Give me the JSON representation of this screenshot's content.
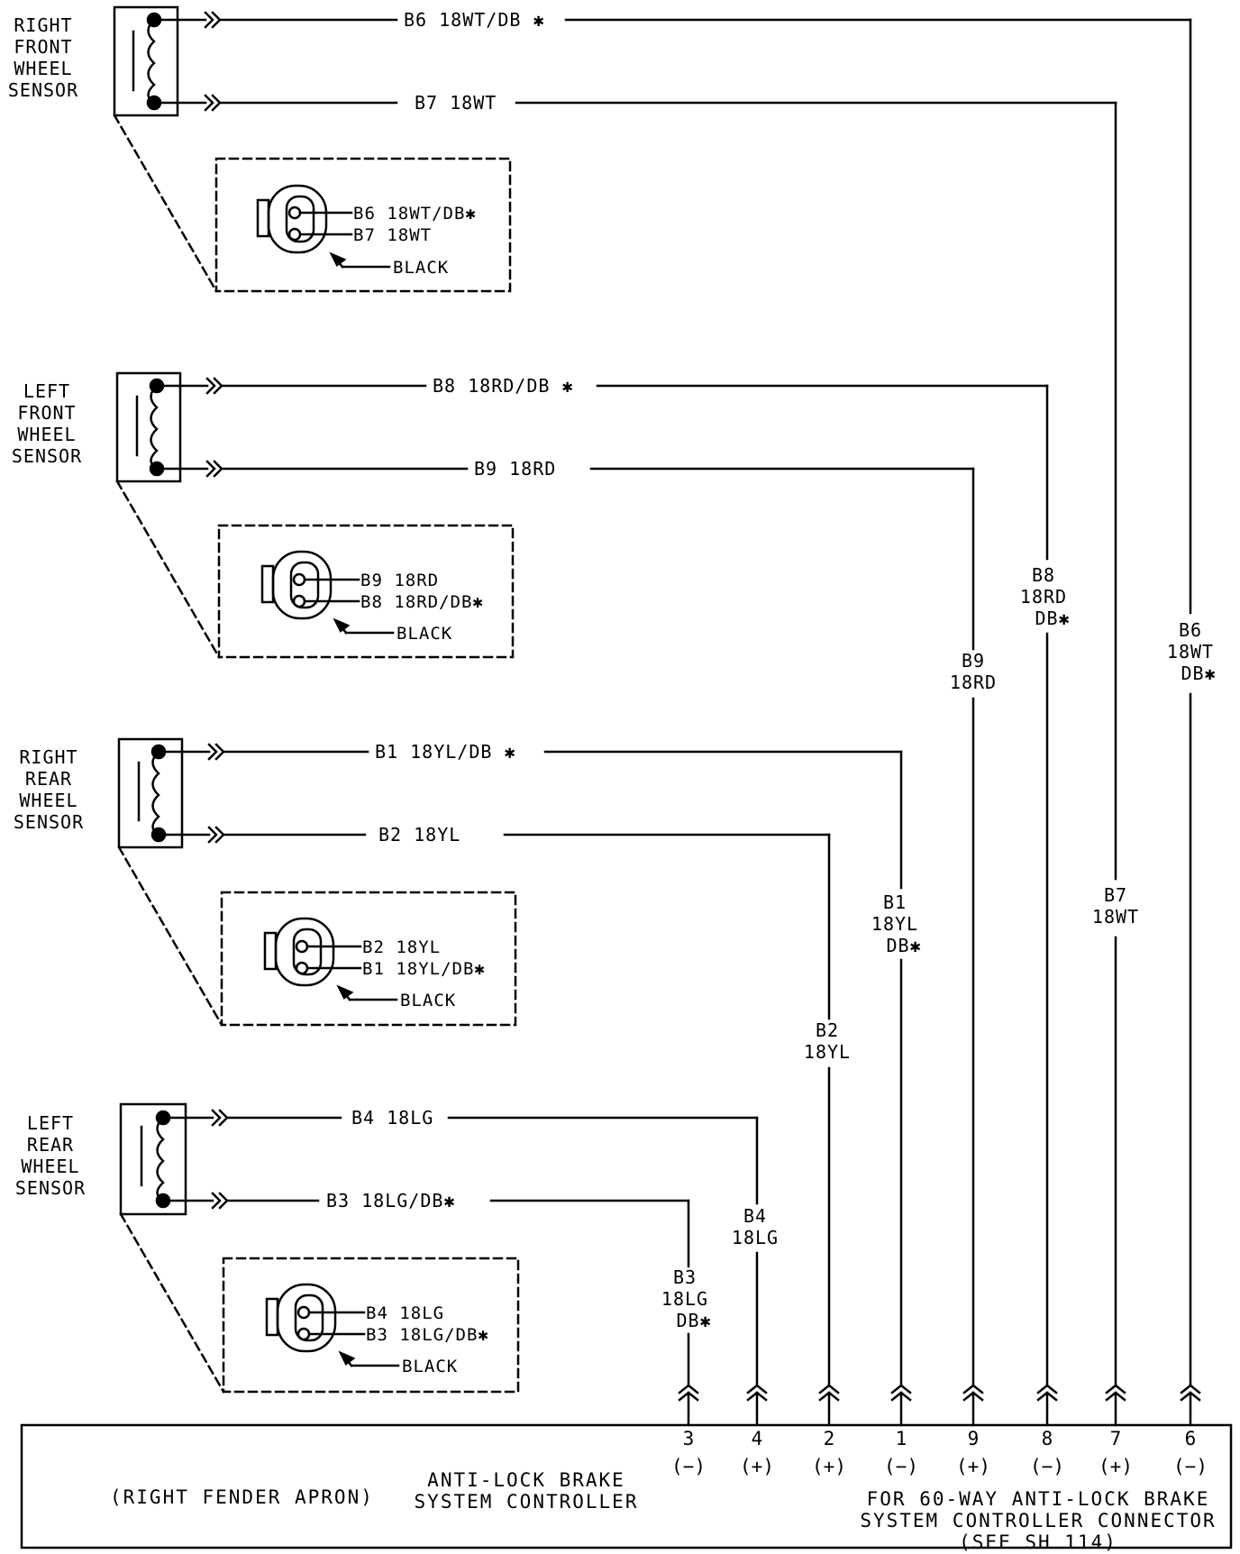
{
  "sensors": [
    {
      "name_lines": [
        "RIGHT",
        "FRONT",
        "WHEEL",
        "SENSOR"
      ],
      "wires": [
        "B6 18WT/DB ✱",
        "B7 18WT"
      ],
      "connector_labels": [
        "B6 18WT/DB✱",
        "B7 18WT",
        "BLACK"
      ],
      "drop_labels": [
        [
          "B6",
          "18WT",
          "DB✱"
        ],
        [
          "B7",
          "18WT"
        ]
      ]
    },
    {
      "name_lines": [
        "LEFT",
        "FRONT",
        "WHEEL",
        "SENSOR"
      ],
      "wires": [
        "B8 18RD/DB ✱",
        "B9 18RD"
      ],
      "connector_labels": [
        "B9 18RD",
        "B8 18RD/DB✱",
        "BLACK"
      ],
      "drop_labels": [
        [
          "B8",
          "18RD",
          "DB✱"
        ],
        [
          "B9",
          "18RD"
        ]
      ]
    },
    {
      "name_lines": [
        "RIGHT",
        "REAR",
        "WHEEL",
        "SENSOR"
      ],
      "wires": [
        "B1 18YL/DB ✱",
        "B2 18YL"
      ],
      "connector_labels": [
        "B2 18YL",
        "B1 18YL/DB✱",
        "BLACK"
      ],
      "drop_labels": [
        [
          "B1",
          "18YL",
          "DB✱"
        ],
        [
          "B2",
          "18YL"
        ]
      ]
    },
    {
      "name_lines": [
        "LEFT",
        "REAR",
        "WHEEL",
        "SENSOR"
      ],
      "wires": [
        "B4 18LG",
        "B3 18LG/DB✱"
      ],
      "connector_labels": [
        "B4 18LG",
        "B3 18LG/DB✱",
        "BLACK"
      ],
      "drop_labels": [
        [
          "B4",
          "18LG"
        ],
        [
          "B3",
          "18LG",
          "DB✱"
        ]
      ]
    }
  ],
  "pins": [
    {
      "num": "3",
      "pol": "(−)"
    },
    {
      "num": "4",
      "pol": "(+)"
    },
    {
      "num": "2",
      "pol": "(+)"
    },
    {
      "num": "1",
      "pol": "(−)"
    },
    {
      "num": "9",
      "pol": "(+)"
    },
    {
      "num": "8",
      "pol": "(−)"
    },
    {
      "num": "7",
      "pol": "(+)"
    },
    {
      "num": "6",
      "pol": "(−)"
    }
  ],
  "controller": {
    "location": "(RIGHT FENDER APRON)",
    "name_lines": [
      "ANTI-LOCK BRAKE",
      "SYSTEM CONTROLLER"
    ],
    "note_lines": [
      "FOR 60-WAY ANTI-LOCK BRAKE",
      "SYSTEM CONTROLLER CONNECTOR",
      "(SEE SH 114)"
    ]
  }
}
